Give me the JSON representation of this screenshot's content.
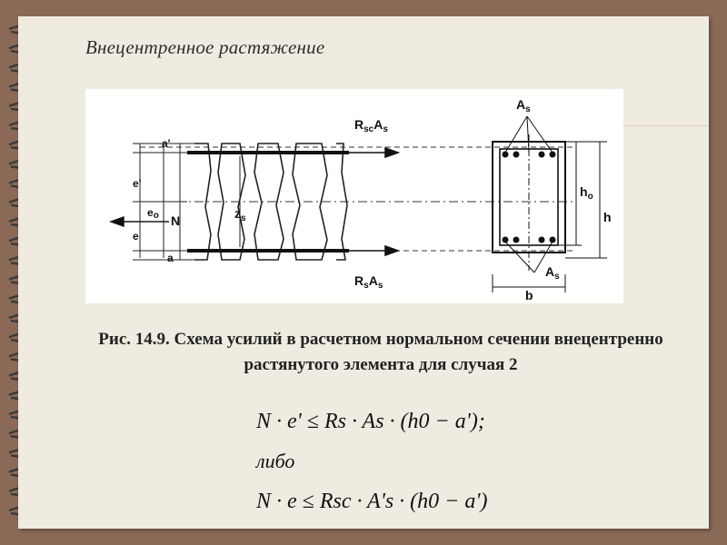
{
  "slide": {
    "title": "Внецентренное растяжение"
  },
  "figure": {
    "labels": {
      "a_prime": "a'",
      "e_prime": "e'",
      "e0": "e",
      "e0_sub": "o",
      "N": "N",
      "e": "e",
      "a": "a",
      "zs": "z",
      "zs_sub": "s",
      "Rsc_As_prime": "R",
      "Rsc_sub": "sc",
      "A_prime_top": "A",
      "A_prime_top_sub": "s",
      "Rs_As": "R",
      "Rs_sub": "s",
      "A_bottom": "A",
      "A_bottom_sub": "s",
      "As_prime_section": "A",
      "As_prime_section_sub": "s",
      "As_section": "A",
      "As_section_sub": "s",
      "h0": "h",
      "h0_sub": "o",
      "h": "h",
      "b": "b"
    }
  },
  "caption": "Рис. 14.9. Схема усилий в расчетном нормальном сечении внецентренно растянутого  элемента для случая 2",
  "formulas": {
    "f1": "N · e' ≤ Rs · As · (h0 − a');",
    "alt": "либо",
    "f2": "N · e ≤ Rsc · A's · (h0 − a')"
  }
}
